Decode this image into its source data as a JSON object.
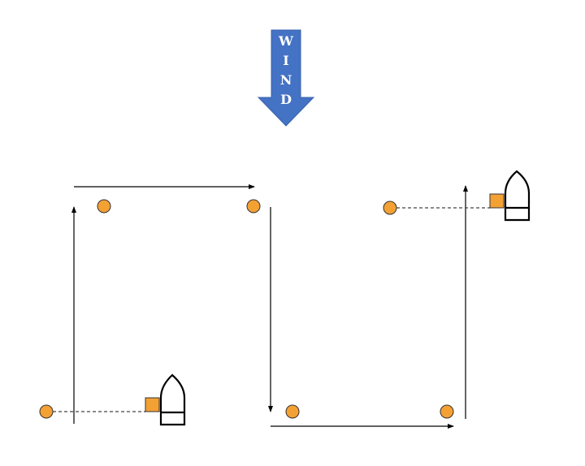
{
  "wind": {
    "letters": [
      "W",
      "I",
      "N",
      "D"
    ],
    "color": "#4472c4"
  },
  "colors": {
    "mark": "#f4a134",
    "line": "#000000"
  },
  "icons": [
    "wind-arrow",
    "boat-icon",
    "mark-buoy",
    "committee-flag-square"
  ]
}
